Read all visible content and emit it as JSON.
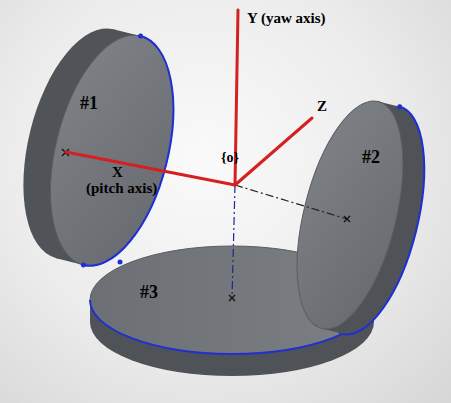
{
  "diagram": {
    "labels": [
      "#1",
      "#2",
      "#3",
      "Y (yaw axis)",
      "Z",
      "{o}",
      "X",
      "(pitch axis)"
    ]
  }
}
